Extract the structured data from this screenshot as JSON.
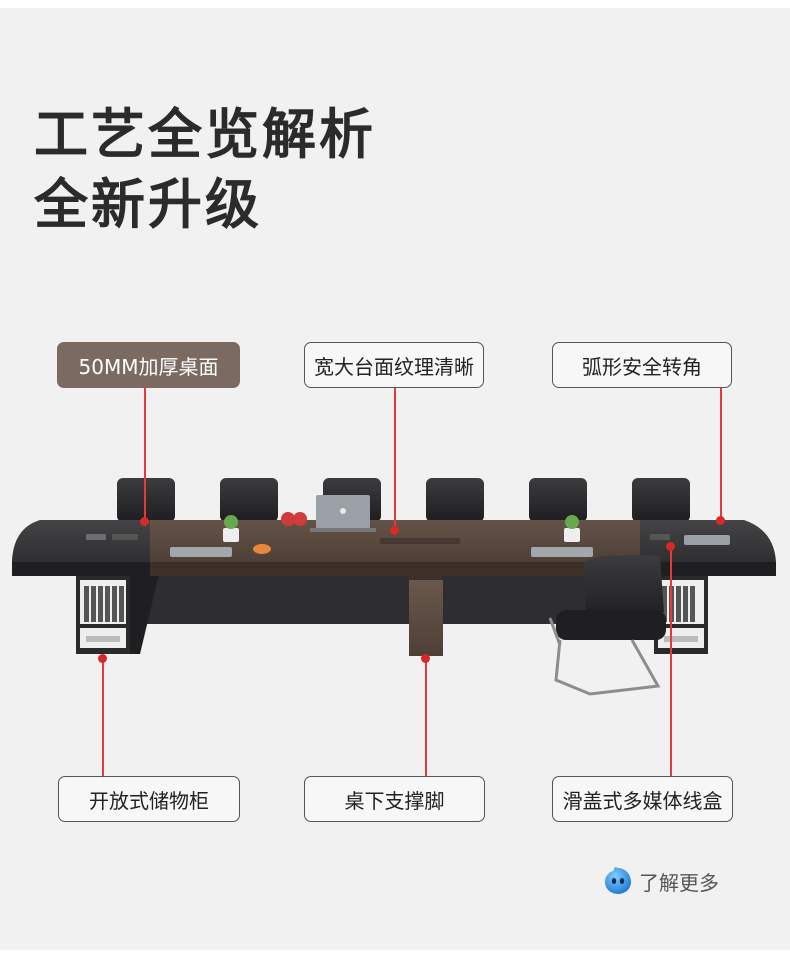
{
  "headline": {
    "line1": "工艺全览解析",
    "line2": "全新升级"
  },
  "labels": {
    "top_left": "50MM加厚桌面",
    "top_center": "宽大台面纹理清晰",
    "top_right": "弧形安全转角",
    "bottom_left": "开放式储物柜",
    "bottom_center": "桌下支撑脚",
    "bottom_right": "滑盖式多媒体线盒"
  },
  "learn_more": {
    "label": "了解更多",
    "icon": "blob-face-icon"
  },
  "colors": {
    "background": "#f1f1f1",
    "accent_red": "#e23b3b",
    "dark_tag": "#7a6a62",
    "wood": "#5b4a40",
    "dark_panel": "#3a3a3c"
  }
}
